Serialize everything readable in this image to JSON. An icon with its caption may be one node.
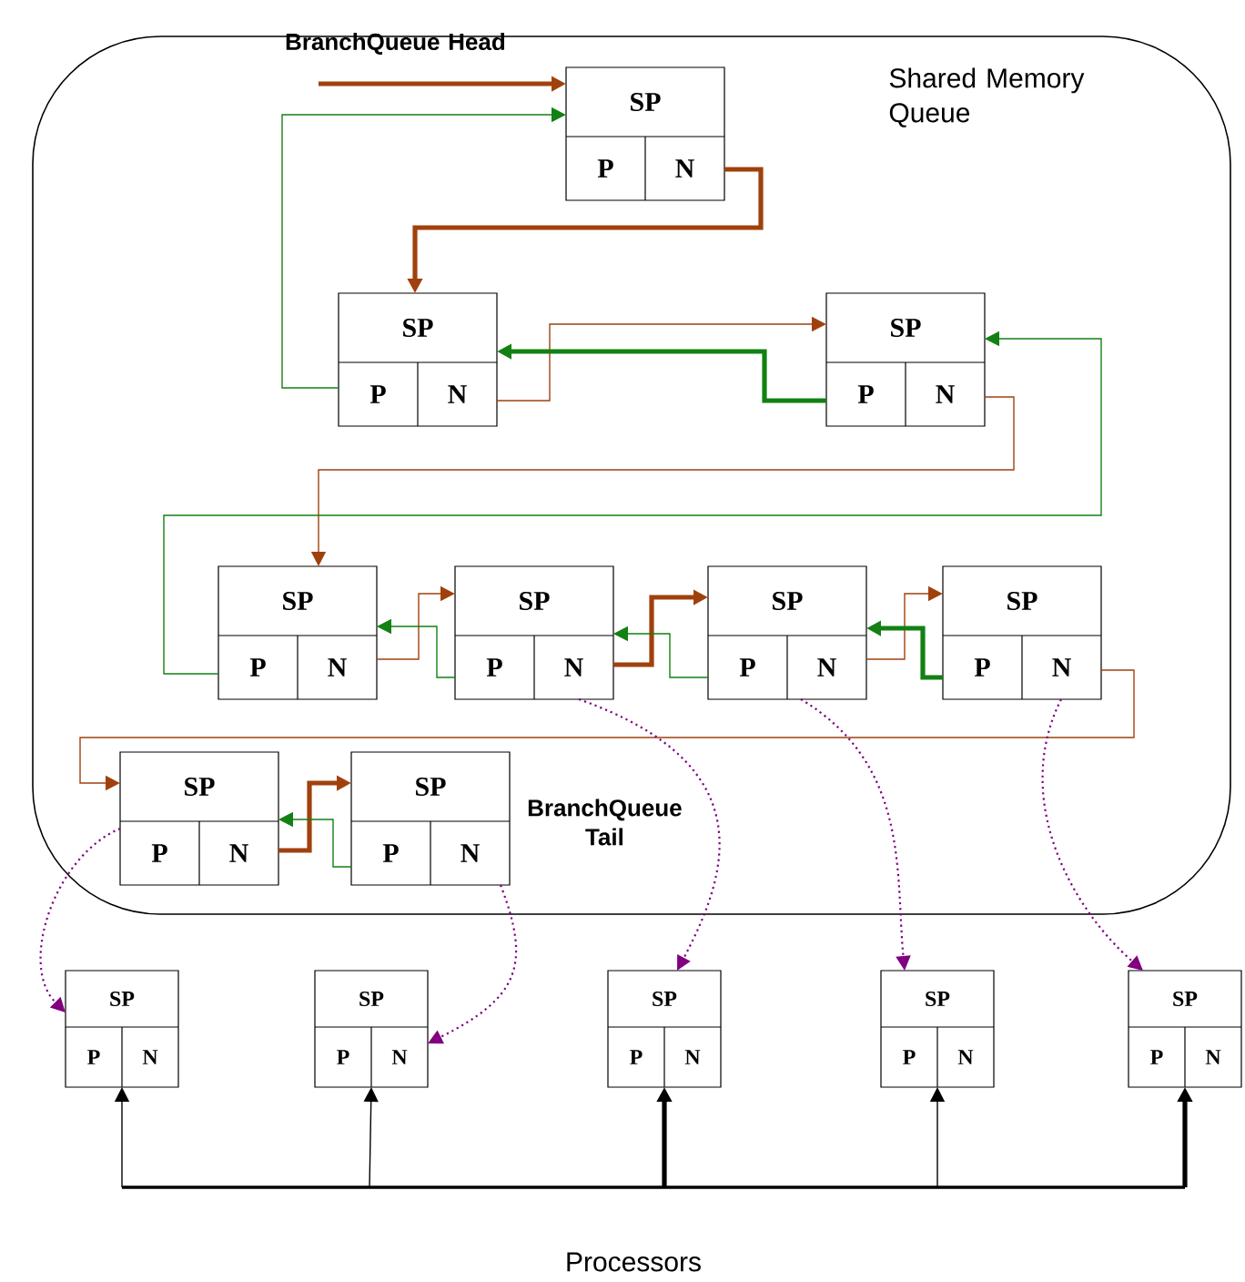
{
  "diagram": {
    "nodes": [
      {
        "text": [
          "Shared Memory Queue"
        ]
      },
      {
        "text": [
          "SP",
          "P",
          "N"
        ],
        "in": 0
      },
      {
        "text": [
          "SP",
          "P",
          "N"
        ],
        "in": 0
      },
      {
        "text": [
          "SP",
          "P",
          "N"
        ],
        "in": 0
      },
      {
        "text": [
          "SP",
          "P",
          "N"
        ],
        "in": 0
      },
      {
        "text": [
          "SP",
          "P",
          "N"
        ],
        "in": 0
      },
      {
        "text": [
          "SP",
          "P",
          "N"
        ],
        "in": 0
      },
      {
        "text": [
          "SP",
          "P",
          "N"
        ],
        "in": 0
      },
      {
        "text": [
          "SP",
          "P",
          "N"
        ],
        "in": 0
      },
      {
        "text": [
          "SP",
          "P",
          "N"
        ],
        "in": 0,
        "beside": [
          "BranchQueue Tail"
        ]
      },
      {
        "text": [
          "SP",
          "P",
          "N"
        ]
      },
      {
        "text": [
          "SP",
          "P",
          "N"
        ]
      },
      {
        "text": [
          "SP",
          "P",
          "N"
        ]
      },
      {
        "text": [
          "SP",
          "P",
          "N"
        ]
      },
      {
        "text": [
          "SP",
          "P",
          "N"
        ]
      }
    ],
    "edges": [
      {
        "from": null,
        "to": 1,
        "arrow": "to",
        "style": "thick",
        "color": "#a0410d"
      },
      {
        "from": 1,
        "to": 2,
        "arrow": "to",
        "style": "thick",
        "color": "#a0410d"
      },
      {
        "from": 2,
        "to": 1,
        "arrow": "to",
        "color": "#138013"
      },
      {
        "from": 2,
        "to": 3,
        "arrow": "to",
        "color": "#a0410d"
      },
      {
        "from": 3,
        "to": 2,
        "arrow": "to",
        "style": "thick",
        "color": "#138013"
      },
      {
        "from": 3,
        "to": 4,
        "arrow": "to",
        "color": "#a0410d"
      },
      {
        "from": 4,
        "to": 3,
        "arrow": "to",
        "color": "#138013"
      },
      {
        "from": 4,
        "to": 5,
        "arrow": "to",
        "color": "#a0410d"
      },
      {
        "from": 5,
        "to": 4,
        "arrow": "to",
        "color": "#138013"
      },
      {
        "from": 5,
        "to": 6,
        "arrow": "to",
        "style": "thick",
        "color": "#a0410d"
      },
      {
        "from": 6,
        "to": 5,
        "arrow": "to",
        "color": "#138013"
      },
      {
        "from": 6,
        "to": 7,
        "arrow": "to",
        "color": "#a0410d"
      },
      {
        "from": 7,
        "to": 6,
        "arrow": "to",
        "style": "thick",
        "color": "#138013"
      },
      {
        "from": 7,
        "to": 8,
        "arrow": "to",
        "color": "#a0410d"
      },
      {
        "from": 8,
        "to": 9,
        "arrow": "to",
        "style": "thick",
        "color": "#a0410d"
      },
      {
        "from": 9,
        "to": 8,
        "arrow": "to",
        "color": "#138013"
      },
      {
        "from": 8,
        "to": 10,
        "arrow": "to",
        "style": "dashed",
        "color": "#800080"
      },
      {
        "from": 9,
        "to": 11,
        "arrow": "to",
        "style": "dashed",
        "color": "#800080"
      },
      {
        "from": 5,
        "to": 12,
        "arrow": "to",
        "style": "dashed",
        "color": "#800080"
      },
      {
        "from": 6,
        "to": 13,
        "arrow": "to",
        "style": "dashed",
        "color": "#800080"
      },
      {
        "from": 7,
        "to": 14,
        "arrow": "to",
        "style": "dashed",
        "color": "#800080"
      },
      {
        "from": null,
        "to": 10,
        "arrow": "to",
        "color": "#000000"
      },
      {
        "from": null,
        "to": 11,
        "arrow": "to",
        "color": "#000000"
      },
      {
        "from": null,
        "to": 12,
        "arrow": "to",
        "style": "thick",
        "color": "#000000"
      },
      {
        "from": null,
        "to": 13,
        "arrow": "to",
        "color": "#000000"
      },
      {
        "from": null,
        "to": 14,
        "arrow": "to",
        "style": "thick",
        "color": "#000000"
      }
    ],
    "labels": [
      "BranchQueue Head",
      "Processors"
    ]
  }
}
